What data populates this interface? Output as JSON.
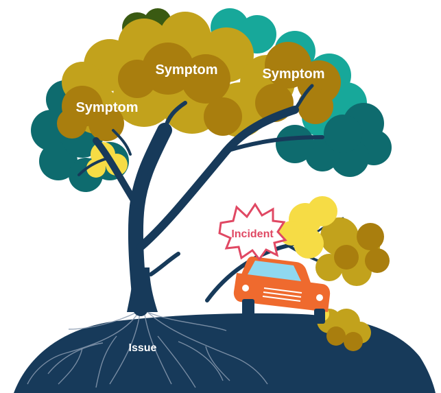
{
  "labels": {
    "symptom_left": "Symptom",
    "symptom_center": "Symptom",
    "symptom_right": "Symptom",
    "incident": "Incident",
    "issue": "Issue"
  },
  "colors": {
    "ground": "#173a5a",
    "trunk": "#173a5a",
    "roots": "#8a9bb0",
    "foliage_dark_teal": "#0e6b6e",
    "foliage_teal": "#17a89a",
    "foliage_olive": "#c2a21c",
    "foliage_brown": "#a97e0e",
    "foliage_yellow": "#f6dc45",
    "foliage_darkgreen": "#3a5a12",
    "car_body": "#ef6a2e",
    "car_window": "#8fd8f0",
    "incident_burst_stroke": "#e04863",
    "label_text": "#ffffff"
  }
}
